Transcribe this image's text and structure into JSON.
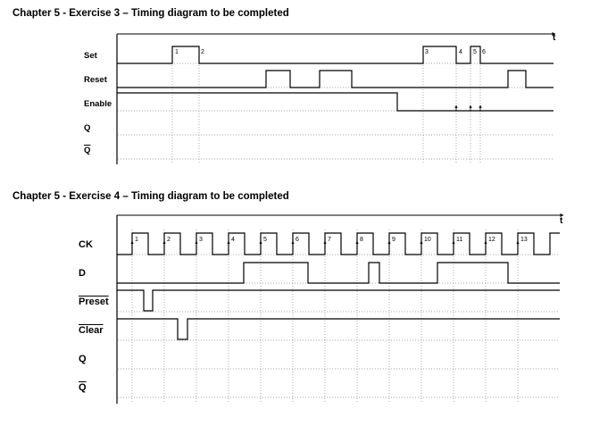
{
  "ex3": {
    "title": "Chapter 5 - Exercise 3 – Timing diagram to be completed",
    "time_label": "t",
    "signals": [
      "Set",
      "Reset",
      "Enable",
      "Q",
      "Q"
    ],
    "set_marker_labels": [
      "1",
      "2",
      "3",
      "4",
      "5",
      "6"
    ]
  },
  "ex4": {
    "title": "Chapter 5 - Exercise 4 – Timing diagram to be completed",
    "time_label": "t",
    "signals": [
      "CK",
      "D",
      "Preset",
      "Clear",
      "Q",
      "Q"
    ],
    "clock_labels": [
      "1",
      "2",
      "3",
      "4",
      "5",
      "6",
      "7",
      "8",
      "9",
      "10",
      "11",
      "12",
      "13"
    ]
  }
}
